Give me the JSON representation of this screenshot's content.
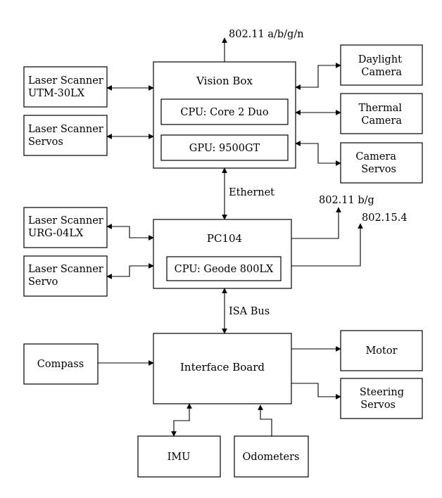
{
  "nodes": {
    "vision_box": "Vision Box",
    "cpu_core2": "CPU: Core 2 Duo",
    "gpu_9500": "GPU: 9500GT",
    "laser_utm": [
      "Laser Scanner",
      "UTM-30LX"
    ],
    "laser_servos": [
      "Laser Scanner",
      "Servos"
    ],
    "daylight_camera": [
      "Daylight",
      "Camera"
    ],
    "thermal_camera": [
      "Thermal",
      "Camera"
    ],
    "camera_servos": [
      "Camera",
      "Servos"
    ],
    "pc104": "PC104",
    "cpu_geode": "CPU: Geode 800LX",
    "laser_urg": [
      "Laser Scanner",
      "URG-04LX"
    ],
    "laser_servo": [
      "Laser Scanner",
      "Servo"
    ],
    "interface_board": "Interface Board",
    "compass": "Compass",
    "motor": "Motor",
    "steering_servos": [
      "Steering",
      "Servos"
    ],
    "imu": "IMU",
    "odometers": "Odometers"
  },
  "edge_labels": {
    "wifi_abgn": "802.11 a/b/g/n",
    "ethernet": "Ethernet",
    "wifi_bg": "802.11 b/g",
    "zigbee": "802.15.4",
    "isa_bus": "ISA Bus"
  },
  "colors": {
    "stroke": "#000000",
    "background": "#ffffff"
  }
}
